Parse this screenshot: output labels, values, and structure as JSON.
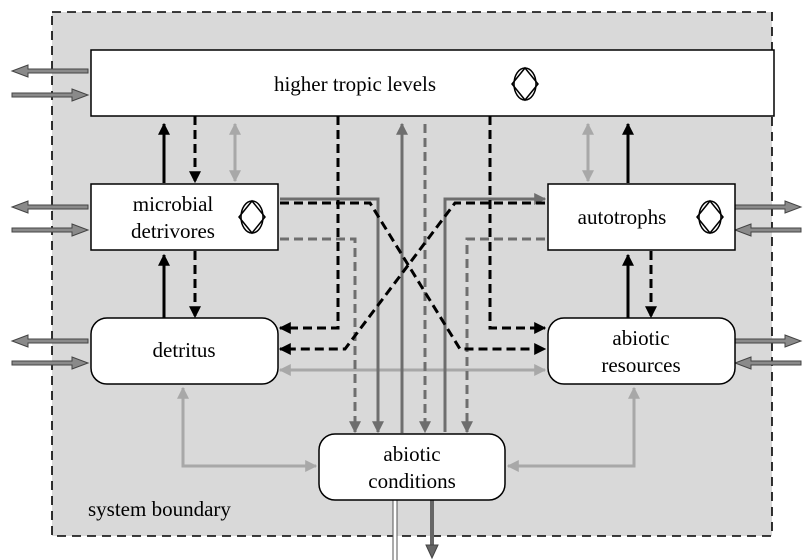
{
  "nodes": {
    "higher": {
      "label_lines": [
        "higher tropic levels"
      ]
    },
    "microbial": {
      "label_lines": [
        "microbial",
        "detrivores"
      ]
    },
    "autotrophs": {
      "label_lines": [
        "autotrophs"
      ]
    },
    "detritus": {
      "label_lines": [
        "detritus"
      ]
    },
    "abiotic_resources": {
      "label_lines": [
        "abiotic",
        "resources"
      ]
    },
    "abiotic_conditions": {
      "label_lines": [
        "abiotic",
        "conditions"
      ]
    }
  },
  "boundary_label": "system boundary",
  "symbol_icon": "diamond-in-circle-icon",
  "colors": {
    "boundary_fill": "#d9d9d9",
    "black": "#000000",
    "dark_gray": "#6e6e6e",
    "light_gray": "#a8a8a8"
  }
}
